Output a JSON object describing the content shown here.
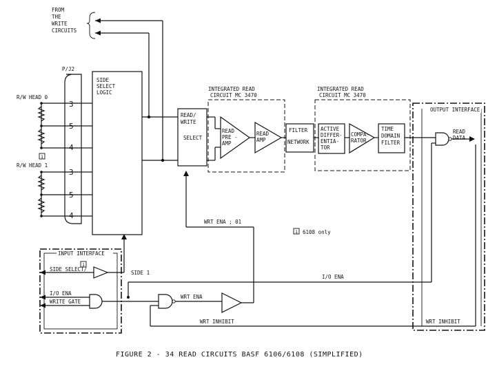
{
  "figure": {
    "caption": "FIGURE 2 - 34  READ CIRCUITS BASF 6106/6108 (SIMPLIFIED)"
  },
  "labels": {
    "from_write": [
      "FROM",
      "THE",
      "WRITE",
      "CIRCUITS"
    ],
    "pj2": "P/J2",
    "rw_head0": "R/W HEAD 0",
    "rw_head1": "R/W HEAD 1",
    "marker_1": "1",
    "pins": [
      "3",
      "5",
      "4",
      "3",
      "5",
      "4"
    ],
    "side_select_logic": [
      "SIDE",
      "SELECT",
      "LOGIC"
    ],
    "read_write_select": [
      "READ/",
      "WRITE",
      "SELECT"
    ],
    "ic1_title": [
      "INTEGRATED READ",
      "CIRCUIT MC 3470"
    ],
    "ic2_title": [
      "INTEGRATED READ",
      "CIRCUIT MC 3470"
    ],
    "read_preamp": [
      "READ",
      "PRE -",
      "AMP"
    ],
    "read_amp": [
      "READ",
      "AMP"
    ],
    "filter_network": [
      "FILTER",
      "NETWORK"
    ],
    "active_diff": [
      "ACTIVE",
      "DIFFER-",
      "ENTIA-",
      "TOR"
    ],
    "comparator": [
      "COMPA-",
      "RATOR"
    ],
    "tdf": [
      "TIME",
      "DOMAIN",
      "FILTER"
    ],
    "output_interface": "OUTPUT INTERFACE",
    "read_data": [
      "READ",
      "DATA"
    ],
    "note_6108": "6108 only",
    "wrt_ena_01": "WRT ENA ; 01",
    "input_interface": "INPUT INTERFACE",
    "side_select": "SIDE SELECT/",
    "side1": "SIDE 1",
    "io_ena_in": "I/O ENA",
    "write_gate": "WRITE GATE",
    "io_ena_line": "I/O ENA",
    "wrt_ena": "WRT ENA",
    "wrt_inhibit_line": "WRT INHIBIT",
    "wrt_inhibit_out": "WRT INHIBIT"
  }
}
